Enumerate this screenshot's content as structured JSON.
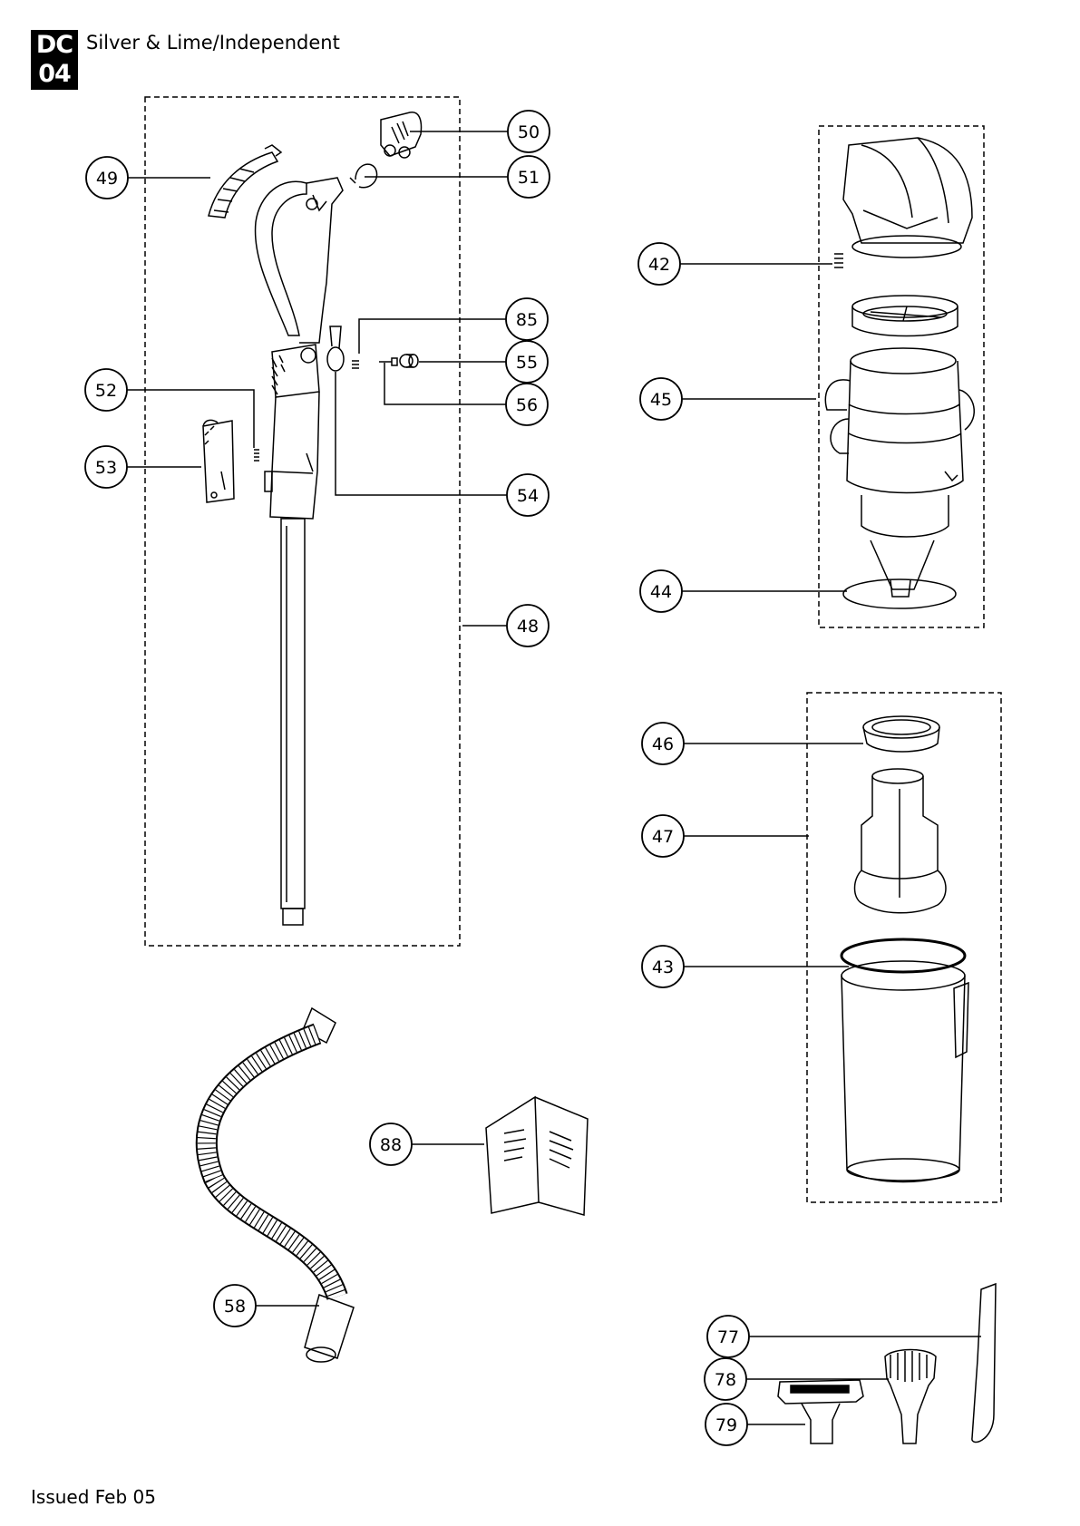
{
  "header": {
    "logo_line1": "DC",
    "logo_line2": "04",
    "title": "Silver & Lime/Independent"
  },
  "footer": {
    "issued": "Issued  Feb 05"
  },
  "callouts": [
    "49",
    "50",
    "51",
    "85",
    "55",
    "52",
    "56",
    "53",
    "54",
    "48",
    "42",
    "45",
    "44",
    "46",
    "47",
    "43",
    "88",
    "58",
    "77",
    "78",
    "79"
  ]
}
